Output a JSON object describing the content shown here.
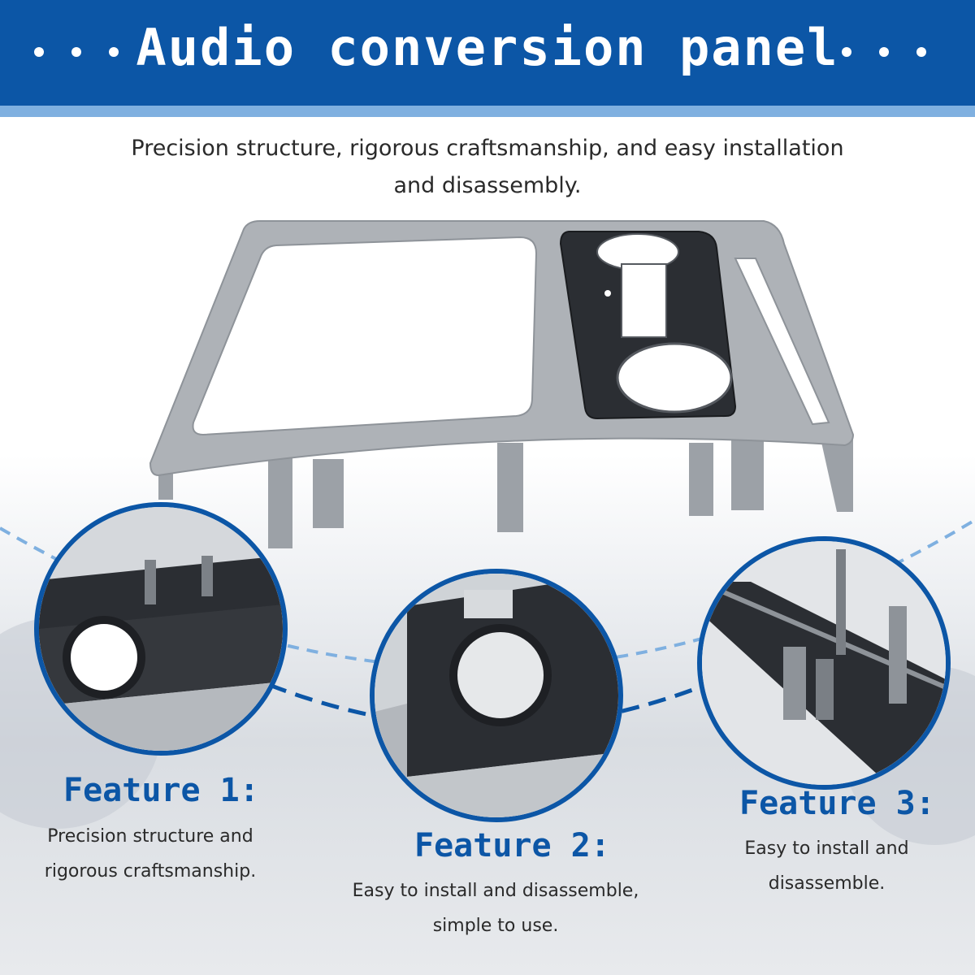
{
  "header": {
    "title": "Audio conversion panel"
  },
  "subtitle": {
    "line1": "Precision structure, rigorous craftsmanship, and easy installation",
    "line2": "and disassembly."
  },
  "features": [
    {
      "title": "Feature 1:",
      "desc_line1": "Precision structure and",
      "desc_line2": "rigorous craftsmanship."
    },
    {
      "title": "Feature 2:",
      "desc_line1": "Easy to install and disassemble,",
      "desc_line2": "simple to use."
    },
    {
      "title": "Feature 3:",
      "desc_line1": "Easy to install and",
      "desc_line2": "disassemble."
    }
  ],
  "colors": {
    "brand_blue": "#0c56a6",
    "light_blue": "#7fb0e0",
    "panel_silver": "#a9adb2",
    "panel_black": "#2b2e33"
  }
}
